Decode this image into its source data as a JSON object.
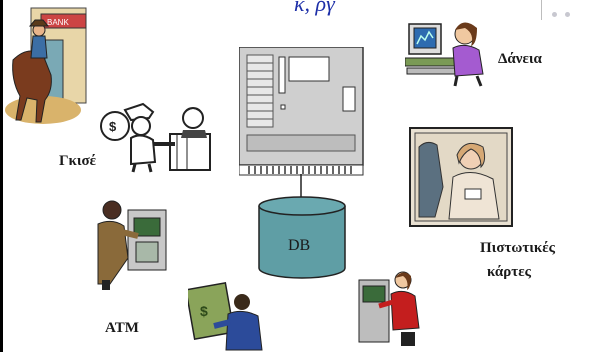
{
  "title_fragment": "κ, ργ",
  "labels": {
    "gkise": "Γκισέ",
    "daneia": "Δάνεια",
    "db": "DB",
    "credit_line1": "Πιστωτικές",
    "credit_line2": "κάρτες",
    "atm": "ATM"
  },
  "colors": {
    "server_fill": "#cfcfcf",
    "db_fill": "#5f9ea5",
    "title": "#1d2fa8",
    "atm_green": "#3a6b3a"
  }
}
